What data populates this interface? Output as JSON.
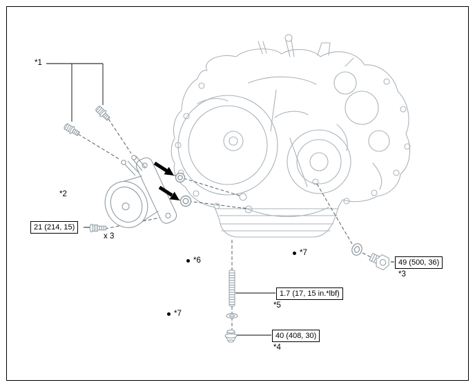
{
  "diagram": {
    "type": "exploded-parts-diagram",
    "subject": "automatic-transaxle-with-oil-cooler",
    "background": "#ffffff",
    "colors": {
      "case_line_art": "#a9b3ba",
      "part_line_art": "#8f9aa1",
      "callout_lines": "#000000"
    },
    "icons": {
      "bullet_dot": "filled-dot",
      "assembly_arrow": "filled-arrow"
    }
  },
  "callouts": [
    {
      "label": "*1"
    },
    {
      "label": "*2"
    },
    {
      "label": "*3",
      "torque": "49 (500, 36)"
    },
    {
      "label": "*4",
      "torque": "40 (408, 30)"
    },
    {
      "label": "*5",
      "torque": "1.7 (17, 15 in.*lbf)"
    },
    {
      "label": "*6"
    },
    {
      "label": "*7"
    },
    {
      "label": "*7"
    },
    {
      "torque": "21 (214, 15)",
      "qty": "x 3"
    }
  ]
}
